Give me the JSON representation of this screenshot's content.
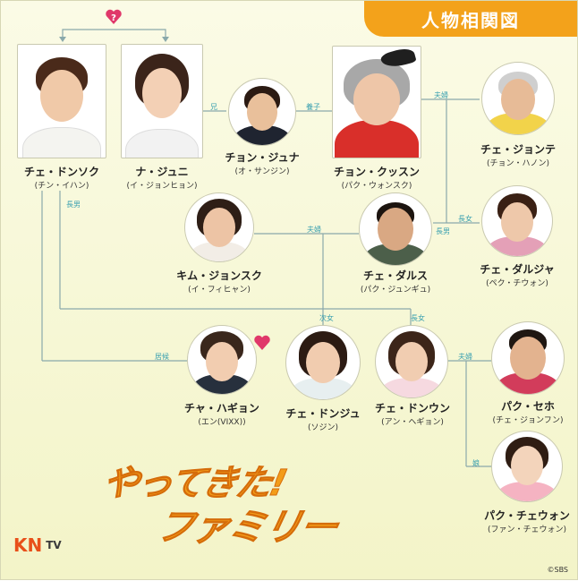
{
  "title": "人物相関図",
  "characters": [
    {
      "id": "c1",
      "name": "チェ・ドンソク",
      "actor": "(チン・イハン)",
      "skin": "#f0c9a8",
      "hair": "#4a2a1a",
      "cloth": "#f4f4f0"
    },
    {
      "id": "c2",
      "name": "ナ・ジュニ",
      "actor": "(イ・ジョンヒョン)",
      "skin": "#f3d0b5",
      "hair": "#3b241a",
      "cloth": "#f2f2f2"
    },
    {
      "id": "c3",
      "name": "チョン・ジュナ",
      "actor": "(オ・サンジン)",
      "skin": "#e9c09b",
      "hair": "#2b1a12",
      "cloth": "#1f2430"
    },
    {
      "id": "c4",
      "name": "チョン・クッスン",
      "actor": "(パク・ウォンスク)",
      "skin": "#eec6a8",
      "hair": "#a8a8a8",
      "cloth": "#d92f2a"
    },
    {
      "id": "c5",
      "name": "チェ・ジョンテ",
      "actor": "(チョン・ハノン)",
      "skin": "#e7bb97",
      "hair": "#cfcfcf",
      "cloth": "#f2d34a"
    },
    {
      "id": "c6",
      "name": "キム・ジョンスク",
      "actor": "(イ・フィヒャン)",
      "skin": "#edc4a5",
      "hair": "#2e1e16",
      "cloth": "#f2ede6"
    },
    {
      "id": "c7",
      "name": "チェ・ダルス",
      "actor": "(パク・ジュンギュ)",
      "skin": "#d9a883",
      "hair": "#1c140f",
      "cloth": "#4c5f4a"
    },
    {
      "id": "c8",
      "name": "チェ・ダルジャ",
      "actor": "(ペク・チウォン)",
      "skin": "#eec8aa",
      "hair": "#3a2014",
      "cloth": "#e4a0b7"
    },
    {
      "id": "c9",
      "name": "チャ・ハギョン",
      "actor": "(エン(VIXX))",
      "skin": "#f2cdb0",
      "hair": "#3a271c",
      "cloth": "#27303d"
    },
    {
      "id": "c10",
      "name": "チェ・ドンジュ",
      "actor": "(ソジン)",
      "skin": "#f1ccaf",
      "hair": "#2c1b13",
      "cloth": "#e7eff0"
    },
    {
      "id": "c11",
      "name": "チェ・ドンウン",
      "actor": "(アン・ヘギョン)",
      "skin": "#f1cdb1",
      "hair": "#3c2519",
      "cloth": "#f6d9e0"
    },
    {
      "id": "c12",
      "name": "パク・セホ",
      "actor": "(チェ・ジョンフン)",
      "skin": "#e3b38f",
      "hair": "#1f1712",
      "cloth": "#d23c5b"
    },
    {
      "id": "c13",
      "name": "パク・チェウォン",
      "actor": "(ファン・チェウォン)",
      "skin": "#f3d4bb",
      "hair": "#2f1d13",
      "cloth": "#f5b3c2"
    }
  ],
  "relations": {
    "r1": "兄",
    "r2": "養子",
    "r3": "夫婦",
    "r4": "長男",
    "r5": "夫婦",
    "r6": "長女",
    "r7": "長男",
    "r8": "次女",
    "r9": "長女",
    "r10": "居候",
    "r11": "夫婦",
    "r12": "娘"
  },
  "logo": {
    "line1": "やってきた!",
    "line2": "ファミリー"
  },
  "channel": {
    "mark": "KN",
    "tv": "TV"
  },
  "copyright": "©SBS",
  "colors": {
    "accent": "#f3a21b",
    "line": "#8aa9ab",
    "relation_text": "#3aa0b0",
    "heart": "#e0386a"
  }
}
